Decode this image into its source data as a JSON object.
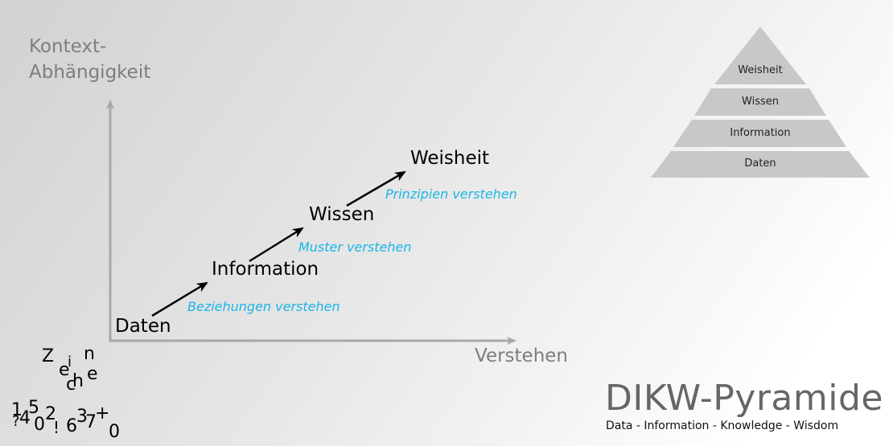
{
  "axes": {
    "y_label_line1": "Kontext-",
    "y_label_line2": "Abhängigkeit",
    "x_label": "Verstehen",
    "axis_color": "#a8a8a8"
  },
  "stages": [
    {
      "label": "Daten"
    },
    {
      "label": "Information"
    },
    {
      "label": "Wissen"
    },
    {
      "label": "Weisheit"
    }
  ],
  "transitions": [
    {
      "label": "Beziehungen verstehen"
    },
    {
      "label": "Muster verstehen"
    },
    {
      "label": "Prinzipien verstehen"
    }
  ],
  "pyramid": {
    "levels": [
      "Weisheit",
      "Wissen",
      "Information",
      "Daten"
    ],
    "fill": "#c8c8c8"
  },
  "scatter_text": {
    "word": [
      "Z",
      "e",
      "i",
      "c",
      "h",
      "e",
      "n"
    ],
    "chars": [
      "1",
      "5",
      "?",
      "4",
      "0",
      "2",
      "!",
      "6",
      "3",
      "7",
      "+",
      "0"
    ]
  },
  "title": {
    "main": "DIKW-Pyramide",
    "subtitle": "Data - Information - Knowledge - Wisdom"
  },
  "colors": {
    "accent": "#1ab5e6",
    "stage_text": "#000000",
    "axis_text": "#7e7e7e"
  }
}
